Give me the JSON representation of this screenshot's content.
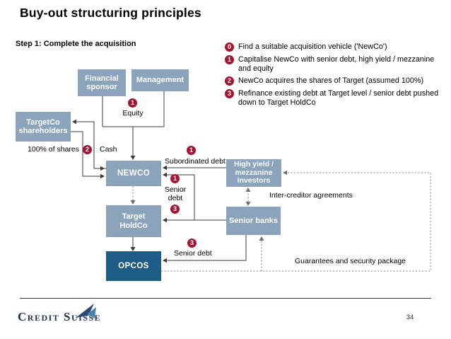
{
  "slide": {
    "title": "Buy-out structuring principles",
    "step_label": "Step 1: Complete the acquisition",
    "page_number": "34",
    "brand": "Credit Suisse"
  },
  "legend": {
    "items": [
      {
        "num": "0",
        "text": "Find a suitable acquisition vehicle ('NewCo')"
      },
      {
        "num": "1",
        "text": "Capitalise NewCo with senior debt, high yield / mezzanine and equity"
      },
      {
        "num": "2",
        "text": "NewCo acquires the shares of Target (assumed 100%)"
      },
      {
        "num": "3",
        "text": "Refinance existing debt at Target level / senior debt pushed down to Target HoldCo"
      }
    ]
  },
  "diagram": {
    "boxes": {
      "financial_sponsor": "Financial sponsor",
      "management": "Management",
      "targetco_shareholders": "TargetCo shareholders",
      "newco": "NEWCO",
      "target_holdco": "Target HoldCo",
      "opcos": "OPCOS",
      "high_yield": "High yield / mezzanine investors",
      "senior_banks": "Senior banks"
    },
    "labels": {
      "equity": "Equity",
      "shares": "100% of shares",
      "cash": "Cash",
      "subordinated_debt": "Subordinated debt",
      "senior_debt_newco": "Senior debt",
      "senior_debt_opcos": "Senior debt",
      "intercreditor": "Inter-creditor agreements",
      "guarantees": "Guarantees and security package"
    },
    "badges": {
      "equity": "1",
      "cash": "2",
      "subordinated": "1",
      "senior_newco": "1",
      "senior_holdco": "3",
      "senior_opcos": "3"
    }
  },
  "colors": {
    "box_blue": "#8ba4bc",
    "box_dark_blue": "#1d5c85",
    "badge_red": "#a51432",
    "brand_navy": "#1d3050",
    "sail_dark": "#2b4a73",
    "sail_light": "#4d7fae"
  }
}
